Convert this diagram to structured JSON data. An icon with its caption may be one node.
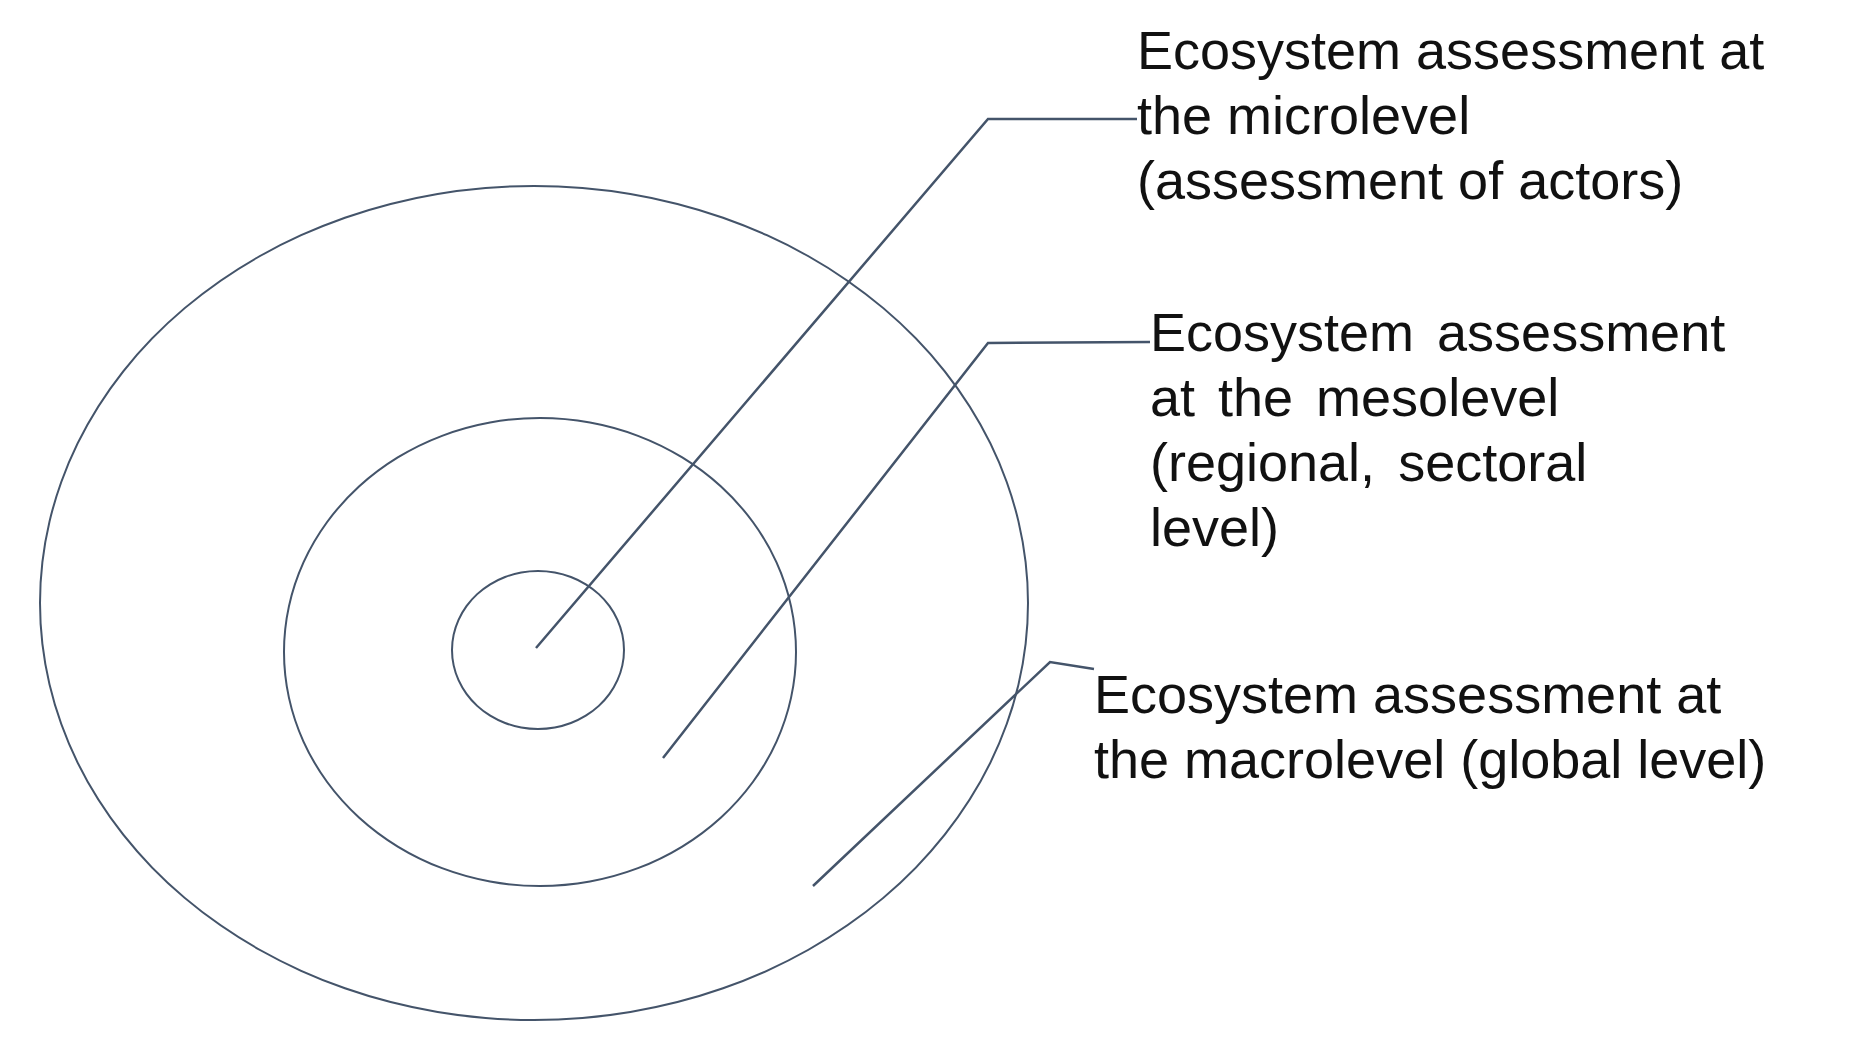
{
  "diagram": {
    "nodes": [
      {
        "text": [],
        "shape": "ellipse"
      },
      {
        "text": [],
        "shape": "ellipse",
        "in": 0
      },
      {
        "text": [],
        "shape": "ellipse",
        "in": 1
      },
      {
        "text": [
          "Ecosystem assessment at the microlevel (assessment of actors)"
        ]
      },
      {
        "text": [
          "Ecosystem assessment at the mesolevel (regional, sectoral level)"
        ]
      },
      {
        "text": [
          "Ecosystem assessment at the macrolevel (global level)"
        ]
      }
    ],
    "edges": [
      {
        "from": 3,
        "to": 2,
        "arrow": "none"
      },
      {
        "from": 4,
        "to": 1,
        "arrow": "none"
      },
      {
        "from": 5,
        "to": 0,
        "arrow": "none"
      }
    ]
  }
}
